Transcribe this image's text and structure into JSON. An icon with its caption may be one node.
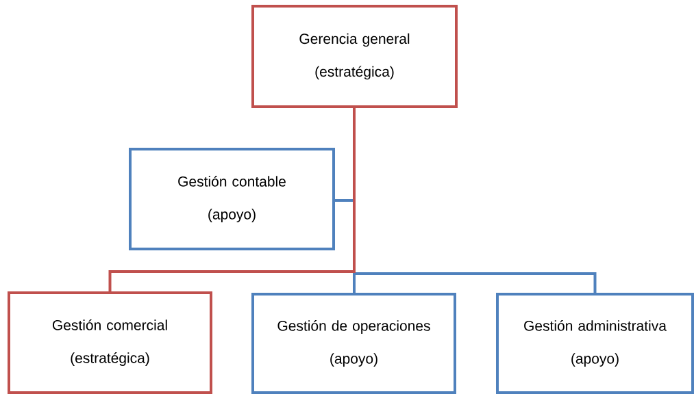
{
  "diagram": {
    "nodes": [
      {
        "text": [
          "Gerencia general",
          "(estratégica)"
        ]
      },
      {
        "text": [
          "Gestión contable",
          "(apoyo)"
        ]
      },
      {
        "text": [
          "Gestión comercial",
          "(estratégica)"
        ]
      },
      {
        "text": [
          "Gestión de operaciones",
          "(apoyo)"
        ]
      },
      {
        "text": [
          "Gestión administrativa",
          "(apoyo)"
        ]
      }
    ],
    "edges": [
      {
        "from": 0,
        "to": 1,
        "arrow": "none"
      },
      {
        "from": 0,
        "to": 2,
        "arrow": "none",
        "color": "#c0504d"
      },
      {
        "from": 0,
        "to": 3,
        "arrow": "none"
      },
      {
        "from": 0,
        "to": 4,
        "arrow": "none"
      }
    ]
  }
}
